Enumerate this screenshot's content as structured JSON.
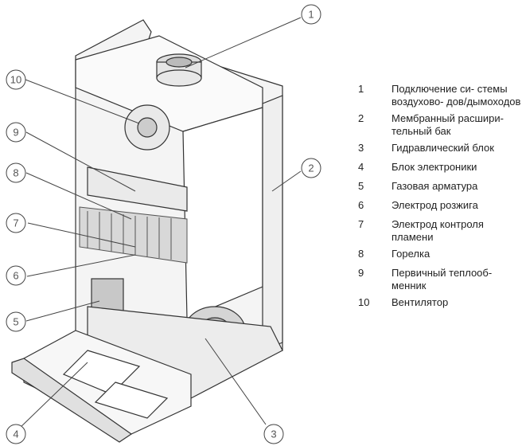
{
  "diagram": {
    "subject": "Gas boiler cutaway with numbered component callouts",
    "callouts": [
      "1",
      "2",
      "3",
      "4",
      "5",
      "6",
      "7",
      "8",
      "9",
      "10"
    ]
  },
  "legend": [
    {
      "num": "1",
      "text": "Подключение си- стемы воздухово- дов/дымоходов"
    },
    {
      "num": "2",
      "text": "Мембранный расшири- тельный бак"
    },
    {
      "num": "3",
      "text": "Гидравлический блок"
    },
    {
      "num": "4",
      "text": "Блок электроники"
    },
    {
      "num": "5",
      "text": "Газовая арматура"
    },
    {
      "num": "6",
      "text": "Электрод розжига"
    },
    {
      "num": "7",
      "text": "Электрод контроля пламени"
    },
    {
      "num": "8",
      "text": "Горелка"
    },
    {
      "num": "9",
      "text": "Первичный теплооб- менник"
    },
    {
      "num": "10",
      "text": "Вентилятор"
    }
  ]
}
